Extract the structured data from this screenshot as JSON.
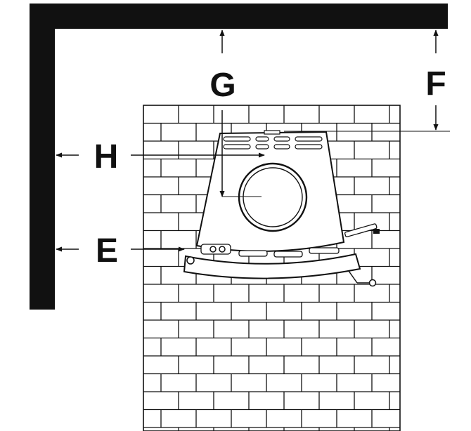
{
  "labels": {
    "g": "G",
    "f": "F",
    "h": "H",
    "e": "E"
  },
  "colors": {
    "ink": "#111111",
    "paper": "#ffffff"
  }
}
